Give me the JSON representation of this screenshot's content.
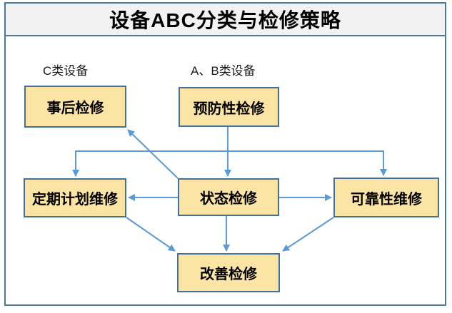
{
  "title": "设备ABC分类与检修策略",
  "labels": {
    "c_class": "C类设备",
    "ab_class": "A、B类设备"
  },
  "nodes": {
    "after_repair": "事后检修",
    "preventive": "预防性检修",
    "periodic": "定期计划维修",
    "condition": "状态检修",
    "reliability": "可靠性维修",
    "improvement": "改善检修"
  },
  "edges": [
    {
      "from": "preventive",
      "to": "condition"
    },
    {
      "from": "preventive",
      "to": "periodic"
    },
    {
      "from": "preventive",
      "to": "reliability"
    },
    {
      "from": "condition",
      "to": "after_repair"
    },
    {
      "from": "condition",
      "to": "periodic"
    },
    {
      "from": "condition",
      "to": "reliability"
    },
    {
      "from": "condition",
      "to": "improvement"
    },
    {
      "from": "periodic",
      "to": "improvement"
    },
    {
      "from": "reliability",
      "to": "improvement"
    }
  ],
  "colors": {
    "connector_blue": "#5B9BD5",
    "node_border_blue": "#41719C",
    "node_fill_yellow": "#FCE4A4",
    "frame_border": "#4A7A96",
    "header_bg": "#F2F2F2",
    "title_text": "#000000"
  }
}
